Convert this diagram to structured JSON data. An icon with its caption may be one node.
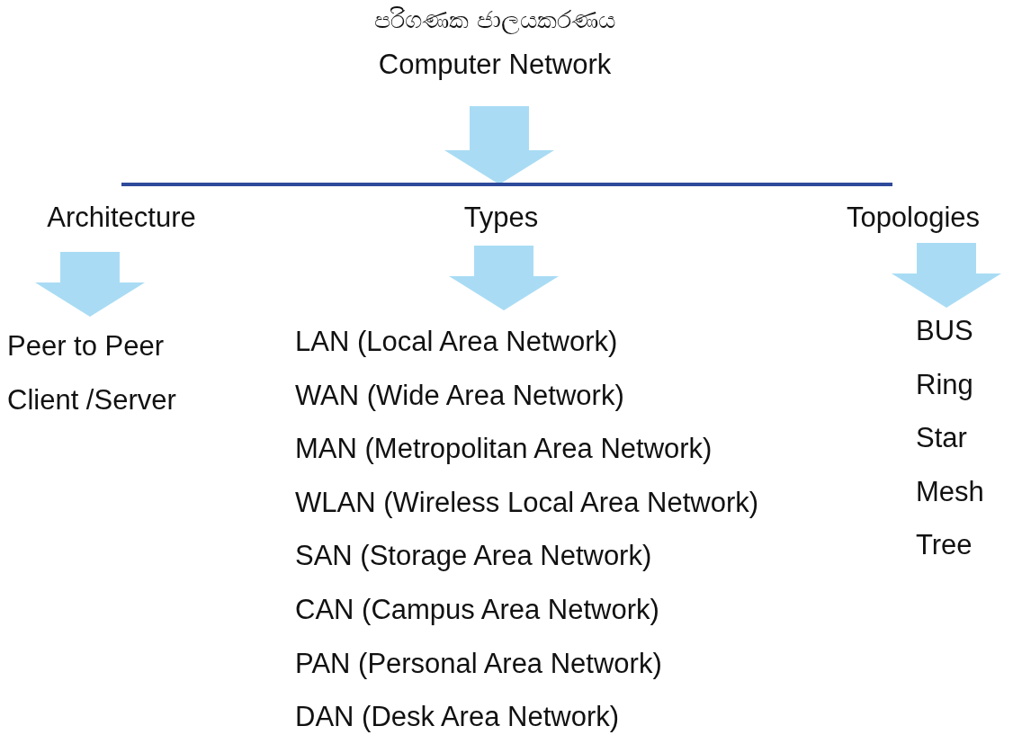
{
  "diagram": {
    "nodes": [
      {
        "text": [
          "පරිගණක ජාලයකරණය",
          "Computer Network"
        ]
      },
      {
        "text": [],
        "shape": "bar"
      },
      {
        "text": [
          "Architecture"
        ]
      },
      {
        "text": [
          "Types"
        ]
      },
      {
        "text": [
          "Topologies"
        ]
      },
      {
        "text": [
          "Peer to Peer",
          "Client /Server"
        ]
      },
      {
        "text": [
          "LAN (Local Area Network)",
          "WAN (Wide Area Network)",
          "MAN (Metropolitan Area Network)",
          "WLAN (Wireless Local Area Network)",
          "SAN (Storage Area Network)",
          "CAN (Campus Area Network)",
          "PAN (Personal Area Network)",
          "DAN (Desk Area Network)"
        ]
      },
      {
        "text": [
          "BUS",
          "Ring",
          "Star",
          "Mesh",
          "Tree"
        ]
      }
    ],
    "edges": [
      {
        "from": 0,
        "to": 1,
        "arrow": "to"
      },
      {
        "from": 2,
        "to": 5,
        "arrow": "to"
      },
      {
        "from": 3,
        "to": 6,
        "arrow": "to"
      },
      {
        "from": 4,
        "to": 7,
        "arrow": "to"
      }
    ]
  }
}
